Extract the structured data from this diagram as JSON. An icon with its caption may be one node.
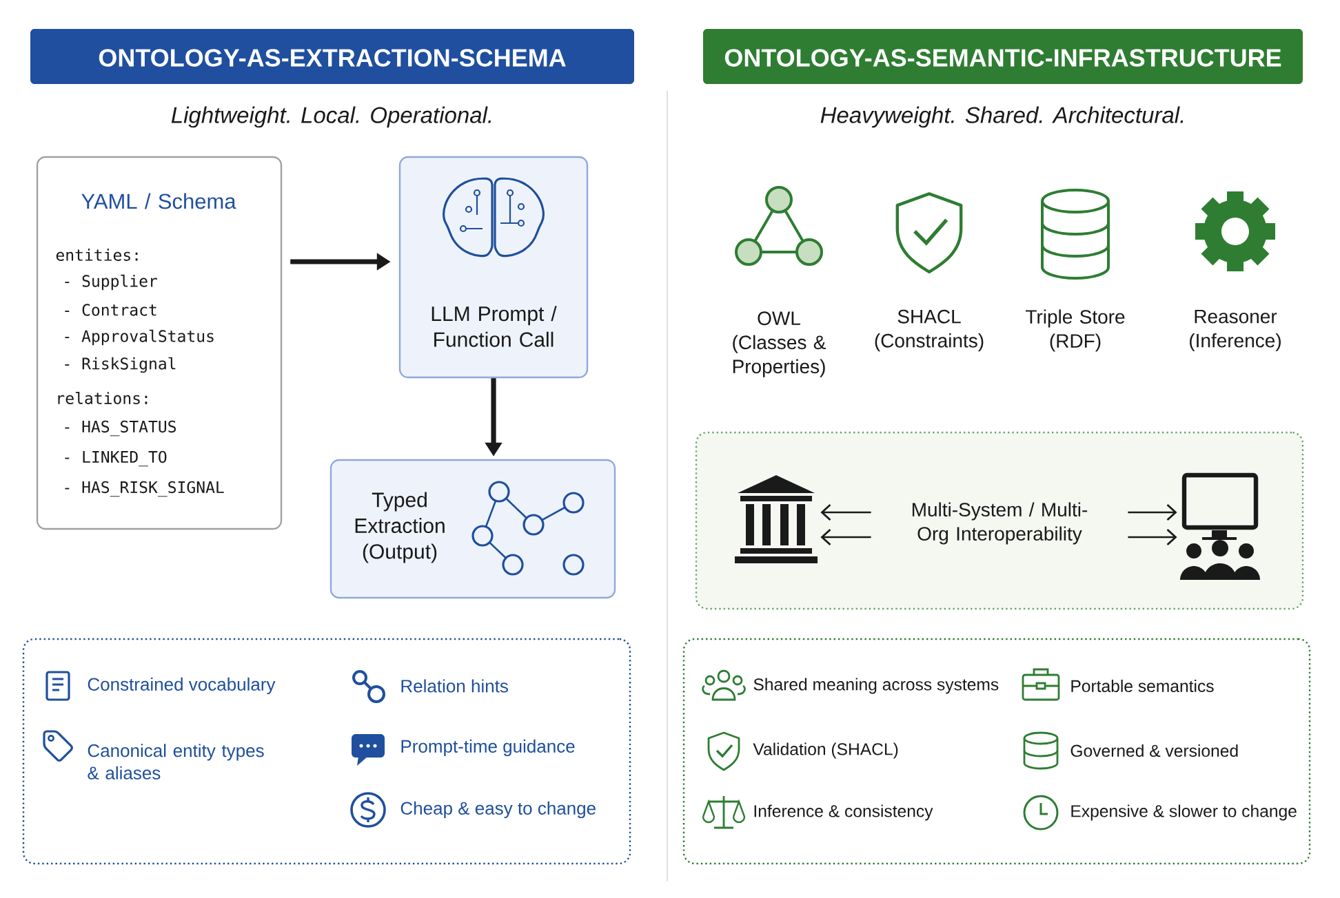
{
  "diagram": {
    "nodes": [
      {
        "text": [
          "ONTOLOGY-AS-EXTRACTION-SCHEMA"
        ],
        "beside": [
          "Lightweight. Local. Operational."
        ]
      },
      {
        "text": [
          "ONTOLOGY-AS-SEMANTIC-INFRASTRUCTURE"
        ],
        "beside": [
          "Heavyweight. Shared. Architectural."
        ]
      },
      {
        "text": [
          "YAML / Schema",
          "entities:",
          "- Supplier",
          "- Contract",
          "- ApprovalStatus",
          "- RiskSignal",
          "relations:",
          "- HAS_STATUS",
          "- LINKED_TO",
          "- HAS_RISK_SIGNAL"
        ]
      },
      {
        "text": [
          "LLM Prompt / Function Call"
        ]
      },
      {
        "text": [
          "Typed Extraction (Output)"
        ]
      },
      {
        "text": [
          "Constrained vocabulary",
          "Relation hints",
          "Canonical entity types & aliases",
          "Prompt-time guidance",
          "Cheap & easy to change"
        ]
      },
      {
        "text": [],
        "shape": "box"
      },
      {
        "text": [],
        "shape": "picture",
        "in": 6
      },
      {
        "text": [
          "Multi-System / Multi-Org Interoperability"
        ],
        "in": 6
      },
      {
        "text": [],
        "shape": "picture",
        "in": 6
      },
      {
        "text": [
          "Shared meaning across systems",
          "Portable semantics",
          "Validation (SHACL)",
          "Governed & versioned",
          "Inference & consistency",
          "Expensive & slower to change"
        ]
      }
    ],
    "edges": [
      {
        "from": 2,
        "to": 3,
        "arrow": "to",
        "style": "thick"
      },
      {
        "from": 3,
        "to": 4,
        "arrow": "to",
        "style": "thick"
      },
      {
        "from": 8,
        "to": 7,
        "arrow": "to"
      },
      {
        "from": 8,
        "to": 7,
        "arrow": "to"
      },
      {
        "from": 8,
        "to": 9,
        "arrow": "to"
      },
      {
        "from": 8,
        "to": 9,
        "arrow": "to"
      }
    ],
    "labels": [
      "OWL (Classes & Properties)",
      "SHACL (Constraints)",
      "Triple Store (RDF)",
      "Reasoner (Inference)"
    ]
  }
}
